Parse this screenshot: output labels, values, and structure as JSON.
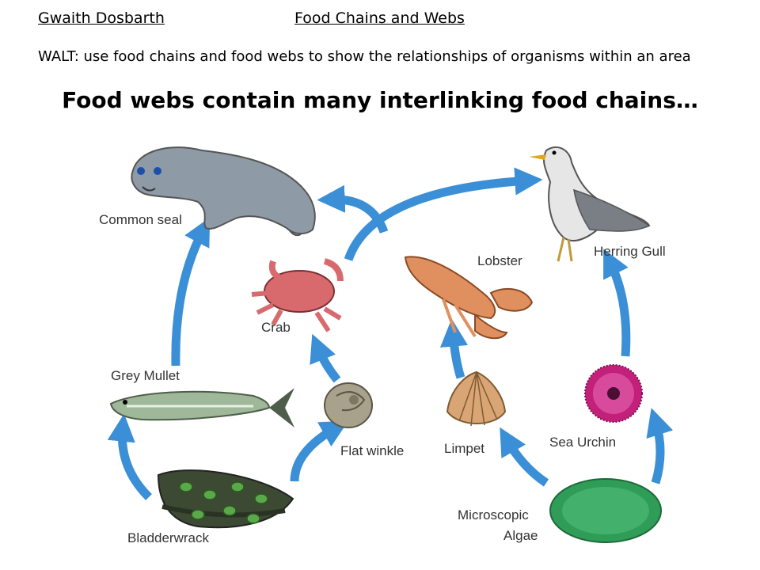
{
  "header": {
    "school": "Gwaith Dosbarth",
    "topic": "Food Chains and Webs"
  },
  "walt": "WALT: use food chains and food webs to show the relationships of organisms within an area",
  "subtitle": "Food webs contain many interlinking food chains…",
  "organisms": {
    "common_seal": "Common seal",
    "herring_gull": "Herring Gull",
    "lobster": "Lobster",
    "crab": "Crab",
    "grey_mullet": "Grey Mullet",
    "flat_winkle": "Flat winkle",
    "limpet": "Limpet",
    "sea_urchin": "Sea Urchin",
    "microscopic_algae_1": "Microscopic",
    "microscopic_algae_2": "Algae",
    "bladderwrack": "Bladderwrack"
  },
  "colors": {
    "arrow": "#3b8fd6",
    "seal": "#8e9aa6",
    "crab": "#d86a6e",
    "lobster": "#e0905f",
    "mullet": "#9fb89a",
    "weed": "#3d4a33",
    "bladders": "#5aa84a",
    "algae": "#2f9d57",
    "urchin": "#c2207a",
    "limpet": "#d9a574",
    "winkle": "#a8a28c"
  }
}
